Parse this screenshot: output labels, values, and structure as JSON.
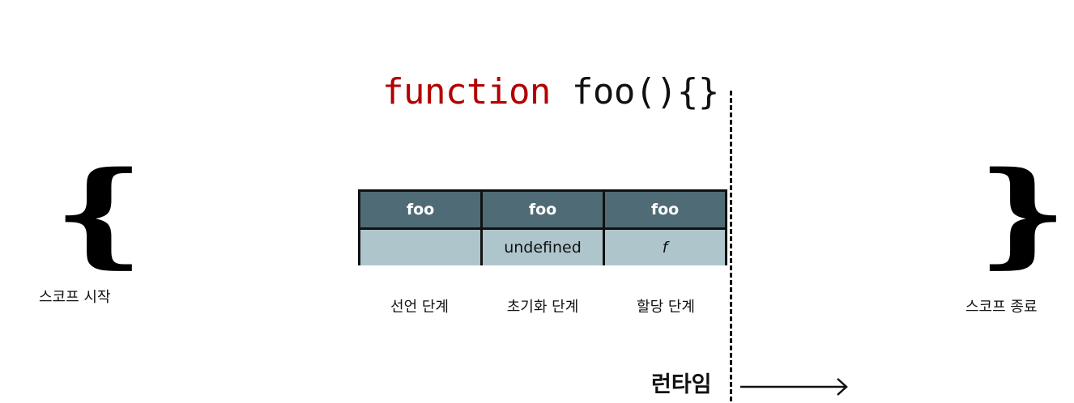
{
  "code": {
    "keyword": "function",
    "rest": " foo(){}"
  },
  "braces": {
    "open": "{",
    "close": "}"
  },
  "scope": {
    "start_label": "스코프 시작",
    "end_label": "스코프 종료"
  },
  "table": {
    "headers": [
      "foo",
      "foo",
      "foo"
    ],
    "values": [
      "",
      "undefined",
      "f"
    ]
  },
  "phases": [
    "선언 단계",
    "초기화 단계",
    "할당 단계"
  ],
  "runtime": {
    "label": "런타임"
  },
  "colors": {
    "keyword": "#b30000",
    "header_bg": "#4f6b76",
    "body_bg": "#aec5cc"
  }
}
